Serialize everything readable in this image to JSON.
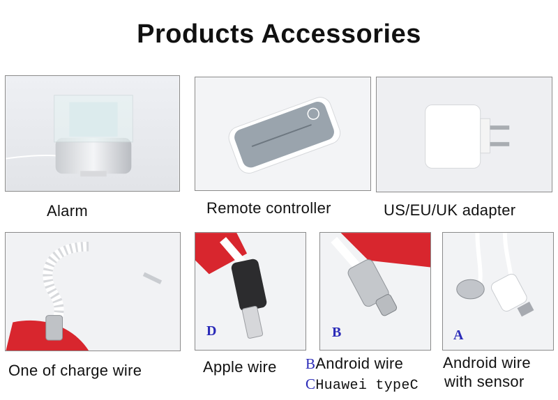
{
  "title": "Products Accessories",
  "products": {
    "alarm": "Alarm",
    "remote": "Remote controller",
    "adapter": "US/EU/UK adapter",
    "charge_wire": "One of charge wire",
    "apple_wire": "Apple wire",
    "android_wire": "Android wire",
    "huawei": "Huawei typeC",
    "sensor_line1": "Android wire",
    "sensor_line2": "with sensor"
  },
  "tags": {
    "apple": "D",
    "android_tile": "B",
    "sensor_tile": "A",
    "android_label": "B",
    "huawei_label": "C"
  },
  "colors": {
    "accent_blue": "#2a2ab8",
    "accent_red": "#d8262e"
  }
}
